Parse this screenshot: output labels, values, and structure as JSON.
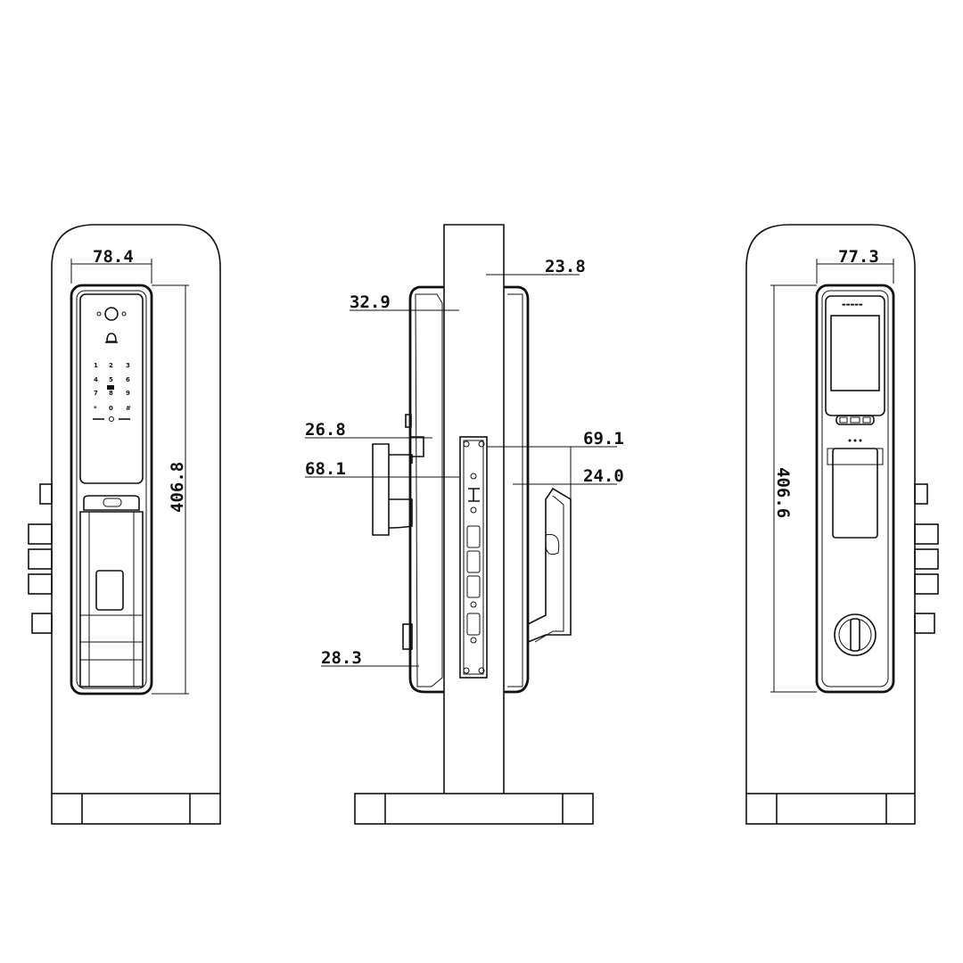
{
  "dimensions": {
    "front_width": "78.4",
    "front_height": "406.8",
    "side_top_offset": "23.8",
    "side_handle_top": "32.9",
    "side_knob": "26.8",
    "side_right_top": "69.1",
    "side_knob_depth": "68.1",
    "side_right_mid": "24.0",
    "side_bottom": "28.3",
    "back_width": "77.3",
    "back_height": "406.6"
  },
  "keypad": {
    "keys": [
      "1",
      "2",
      "3",
      "4",
      "5",
      "6",
      "7",
      "8",
      "9",
      "*",
      "0",
      "#"
    ]
  },
  "icons": [
    "camera-icon",
    "bell-icon",
    "fingerprint-sensor-icon",
    "thumb-turn-icon"
  ]
}
